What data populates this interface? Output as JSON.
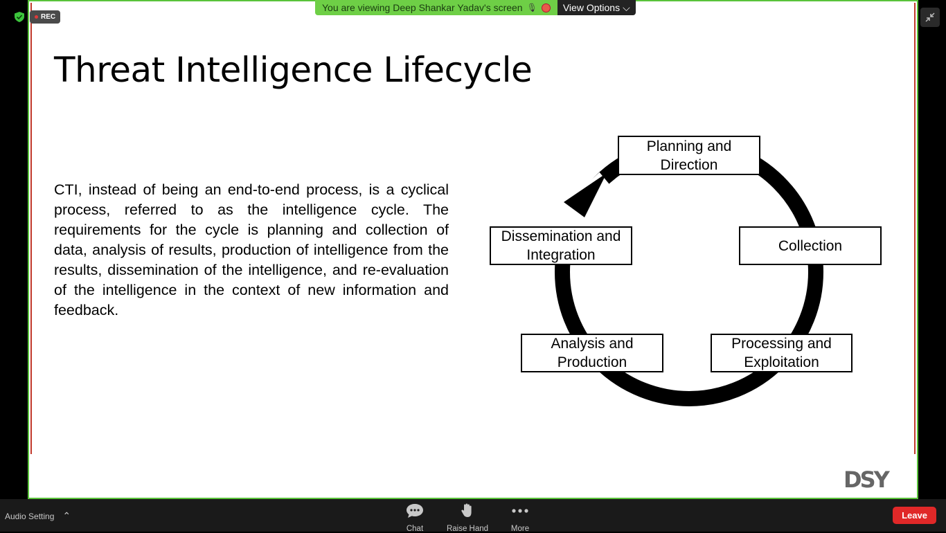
{
  "app": {
    "banner_text": "You are viewing Deep Shankar Yadav's screen",
    "view_options_label": "View Options",
    "rec_label": "REC"
  },
  "slide": {
    "title": "Threat Intelligence Lifecycle",
    "body": "CTI, instead of being an end-to-end process, is a cyclical process, referred to as the intelligence cycle. The requirements for the cycle is planning and collection of data, analysis of results, production of intelligence from the results, dissemination of the intelligence, and re-evaluation of the intelligence in the context of new information and feedback.",
    "cycle": {
      "planning": [
        "Planning and",
        "Direction"
      ],
      "collection": "Collection",
      "processing": [
        "Processing and",
        "Exploitation"
      ],
      "analysis": [
        "Analysis and",
        "Production"
      ],
      "dissemination": [
        "Dissemination and",
        "Integration"
      ]
    },
    "logo": "DSY"
  },
  "toolbar": {
    "audio_setting": "Audio Setting",
    "chat": "Chat",
    "raise_hand": "Raise Hand",
    "more": "More",
    "leave": "Leave"
  },
  "colors": {
    "share_border": "#59c33a",
    "banner_bg": "#6ecf46",
    "leave_bg": "#e02828",
    "toolbar_bg": "#1a1a1a"
  },
  "icons": [
    "shield-icon",
    "chevron-down-icon",
    "exit-fullscreen-icon",
    "chevron-up-icon",
    "chat-icon",
    "raise-hand-icon",
    "more-icon"
  ]
}
